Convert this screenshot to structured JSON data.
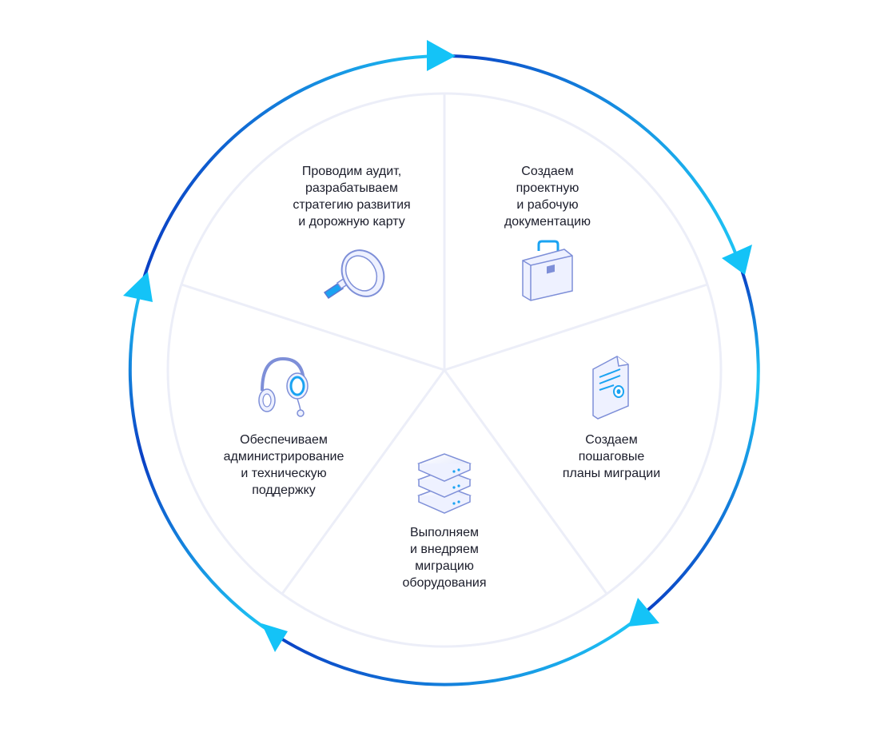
{
  "segments": [
    {
      "id": "audit",
      "label": "Проводим аудит,\nразрабатываем\nстратегию развития\nи дорожную карту",
      "icon": "magnifier-icon"
    },
    {
      "id": "docs",
      "label": "Создаем\nпроектную\nи рабочую\nдокументацию",
      "icon": "briefcase-icon"
    },
    {
      "id": "plans",
      "label": "Создаем\nпошаговые\nпланы миграции",
      "icon": "document-icon"
    },
    {
      "id": "migrate",
      "label": "Выполняем\nи внедряем\nмиграцию\nоборудования",
      "icon": "server-icon"
    },
    {
      "id": "support",
      "label": "Обеспечиваем\nадминистрирование\nи техническую\nподдержку",
      "icon": "headset-icon"
    }
  ],
  "colors": {
    "ring_dark": "#0a3fc4",
    "ring_light": "#1ec6f5",
    "arrow": "#14c3f7",
    "divider": "#eceef8",
    "icon_stroke": "#7e8fd8",
    "icon_fill": "#eef1ff",
    "icon_accent": "#1aa3f2",
    "text": "#1b1d2b"
  }
}
